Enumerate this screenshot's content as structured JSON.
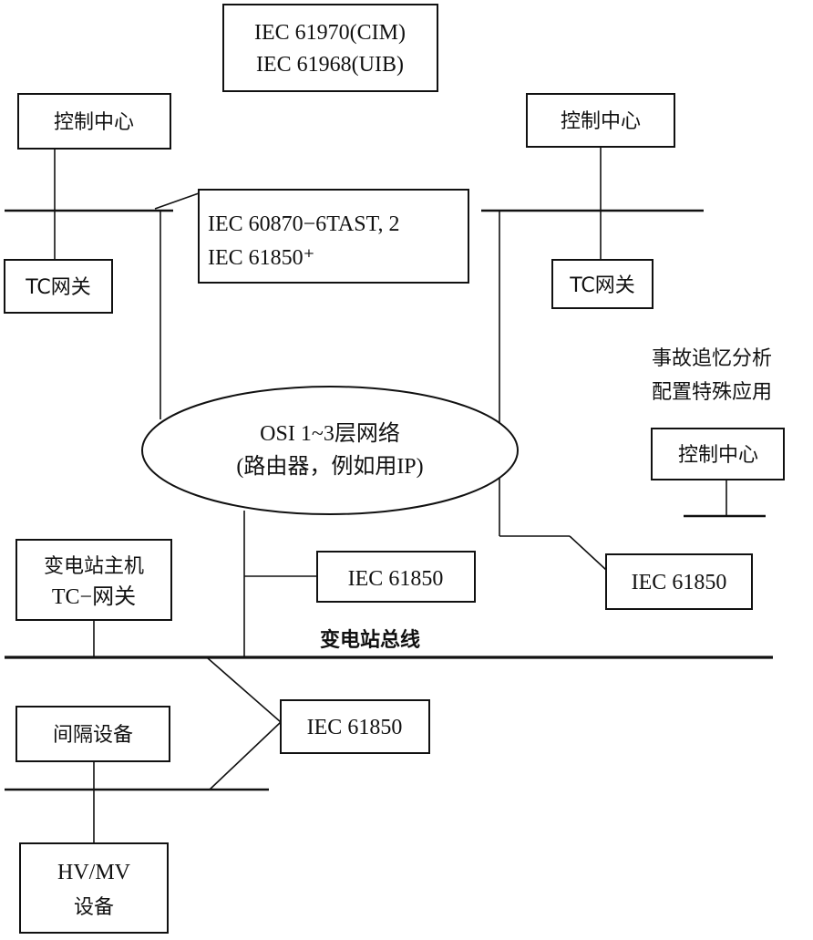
{
  "top_box": {
    "line1": "IEC 61970(CIM)",
    "line2": "IEC 61968(UIB)"
  },
  "control_center_left": {
    "label": "控制中心"
  },
  "control_center_right": {
    "label": "控制中心"
  },
  "control_center_lower": {
    "label": "控制中心"
  },
  "tc_gateway_left": {
    "label": "TC网关"
  },
  "tc_gateway_right": {
    "label": "TC网关"
  },
  "wan_protocol_box": {
    "line1": "IEC 60870−6TAST, 2",
    "line2": "IEC 61850⁺"
  },
  "network": {
    "line1": "OSI 1~3层网络",
    "line2": "(路由器，例如用IP)"
  },
  "special_app": {
    "line1": "事故追忆分析",
    "line2": "配置特殊应用"
  },
  "substation_host": {
    "line1": "变电站主机",
    "line2": "TC−网关"
  },
  "iec61850_left": {
    "label": "IEC 61850"
  },
  "iec61850_right": {
    "label": "IEC 61850"
  },
  "iec61850_bay": {
    "label": "IEC 61850"
  },
  "station_bus": {
    "label": "变电站总线"
  },
  "bay_device": {
    "label": "间隔设备"
  },
  "hv_device": {
    "line1": "HV/MV",
    "line2": "设备"
  }
}
